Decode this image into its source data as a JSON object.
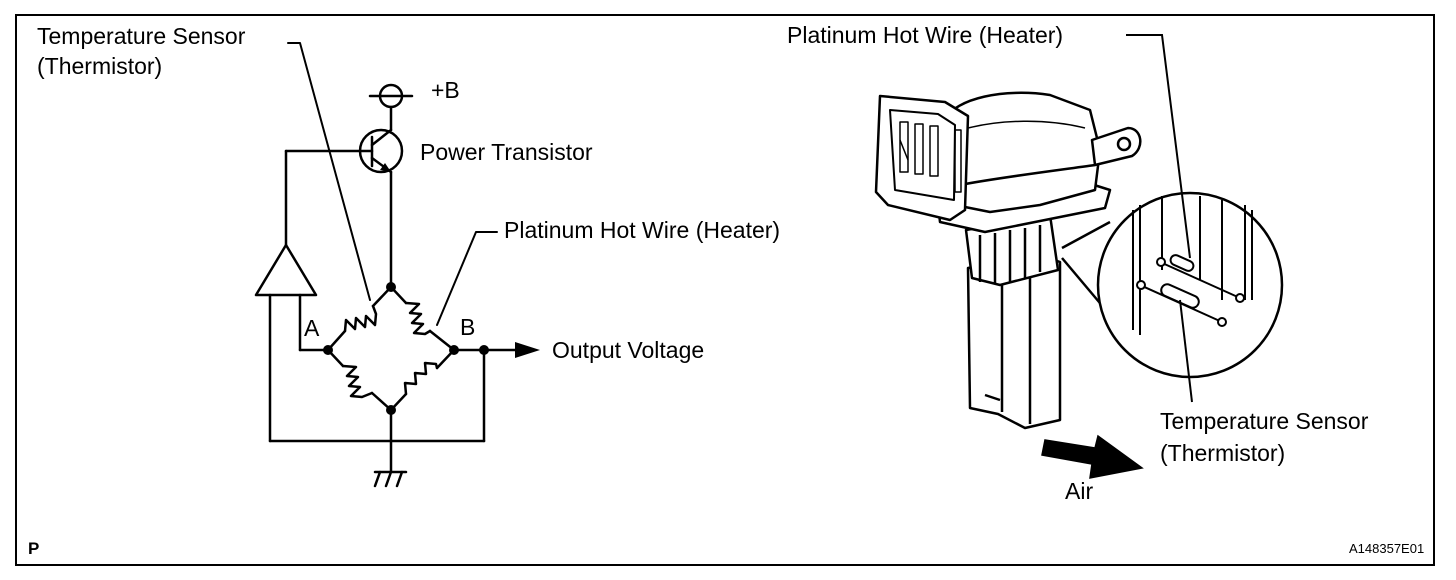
{
  "circuit": {
    "temp_sensor_line1": "Temperature Sensor",
    "temp_sensor_line2": "(Thermistor)",
    "supply": "+B",
    "power_transistor": "Power Transistor",
    "hot_wire": "Platinum Hot Wire (Heater)",
    "node_a": "A",
    "node_b": "B",
    "output": "Output Voltage"
  },
  "sensor": {
    "hot_wire": "Platinum Hot Wire (Heater)",
    "temp_sensor_line1": "Temperature Sensor",
    "temp_sensor_line2": "(Thermistor)",
    "air": "Air"
  },
  "footer": {
    "corner_mark": "P",
    "figure_id": "A148357E01"
  }
}
